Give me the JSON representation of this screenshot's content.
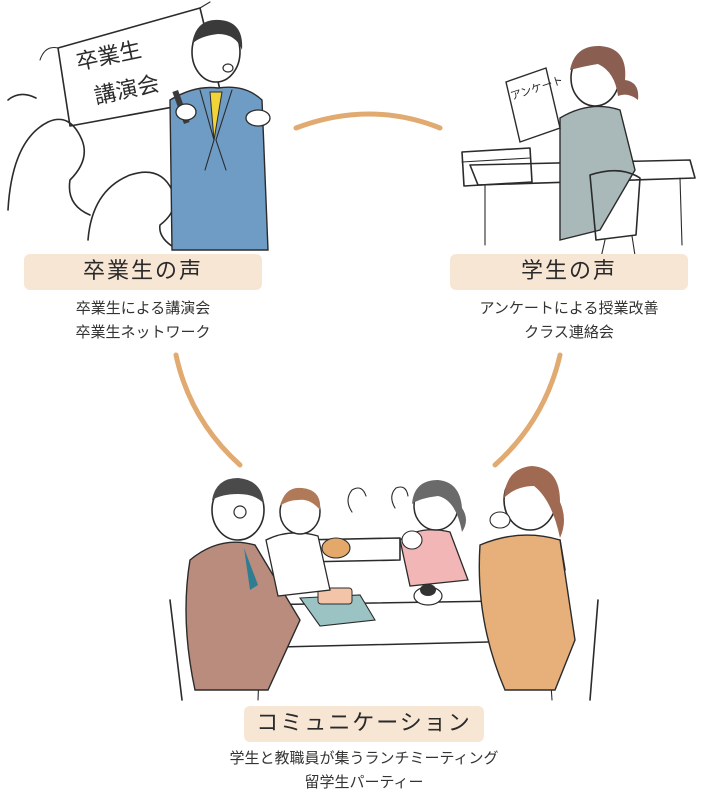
{
  "nodes": {
    "alumni": {
      "title": "卒業生の声",
      "items": [
        "卒業生による講演会",
        "卒業生ネットワーク"
      ],
      "banner_text": [
        "卒業生",
        "講演会"
      ]
    },
    "students": {
      "title": "学生の声",
      "items": [
        "アンケートによる授業改善",
        "クラス連絡会"
      ],
      "paper_text": "アンケート"
    },
    "communication": {
      "title": "コミュニケーション",
      "items": [
        "学生と教職員が集うランチミーティング",
        "留学生パーティー"
      ]
    }
  },
  "colors": {
    "connector": "#e0aa70",
    "label_background": "#f8e6d5",
    "suit_blue": "#6f9cc4",
    "tie_yellow": "#f0d43a",
    "student_green": "#a9b9b9",
    "brown_jacket": "#b98c7e",
    "orange_jacket": "#e7b07a",
    "pink_top": "#f2b6b6",
    "table_teal": "#9cc3c4"
  },
  "icons": [
    "speaker-illustration",
    "survey-student-illustration",
    "lunch-meeting-illustration"
  ]
}
